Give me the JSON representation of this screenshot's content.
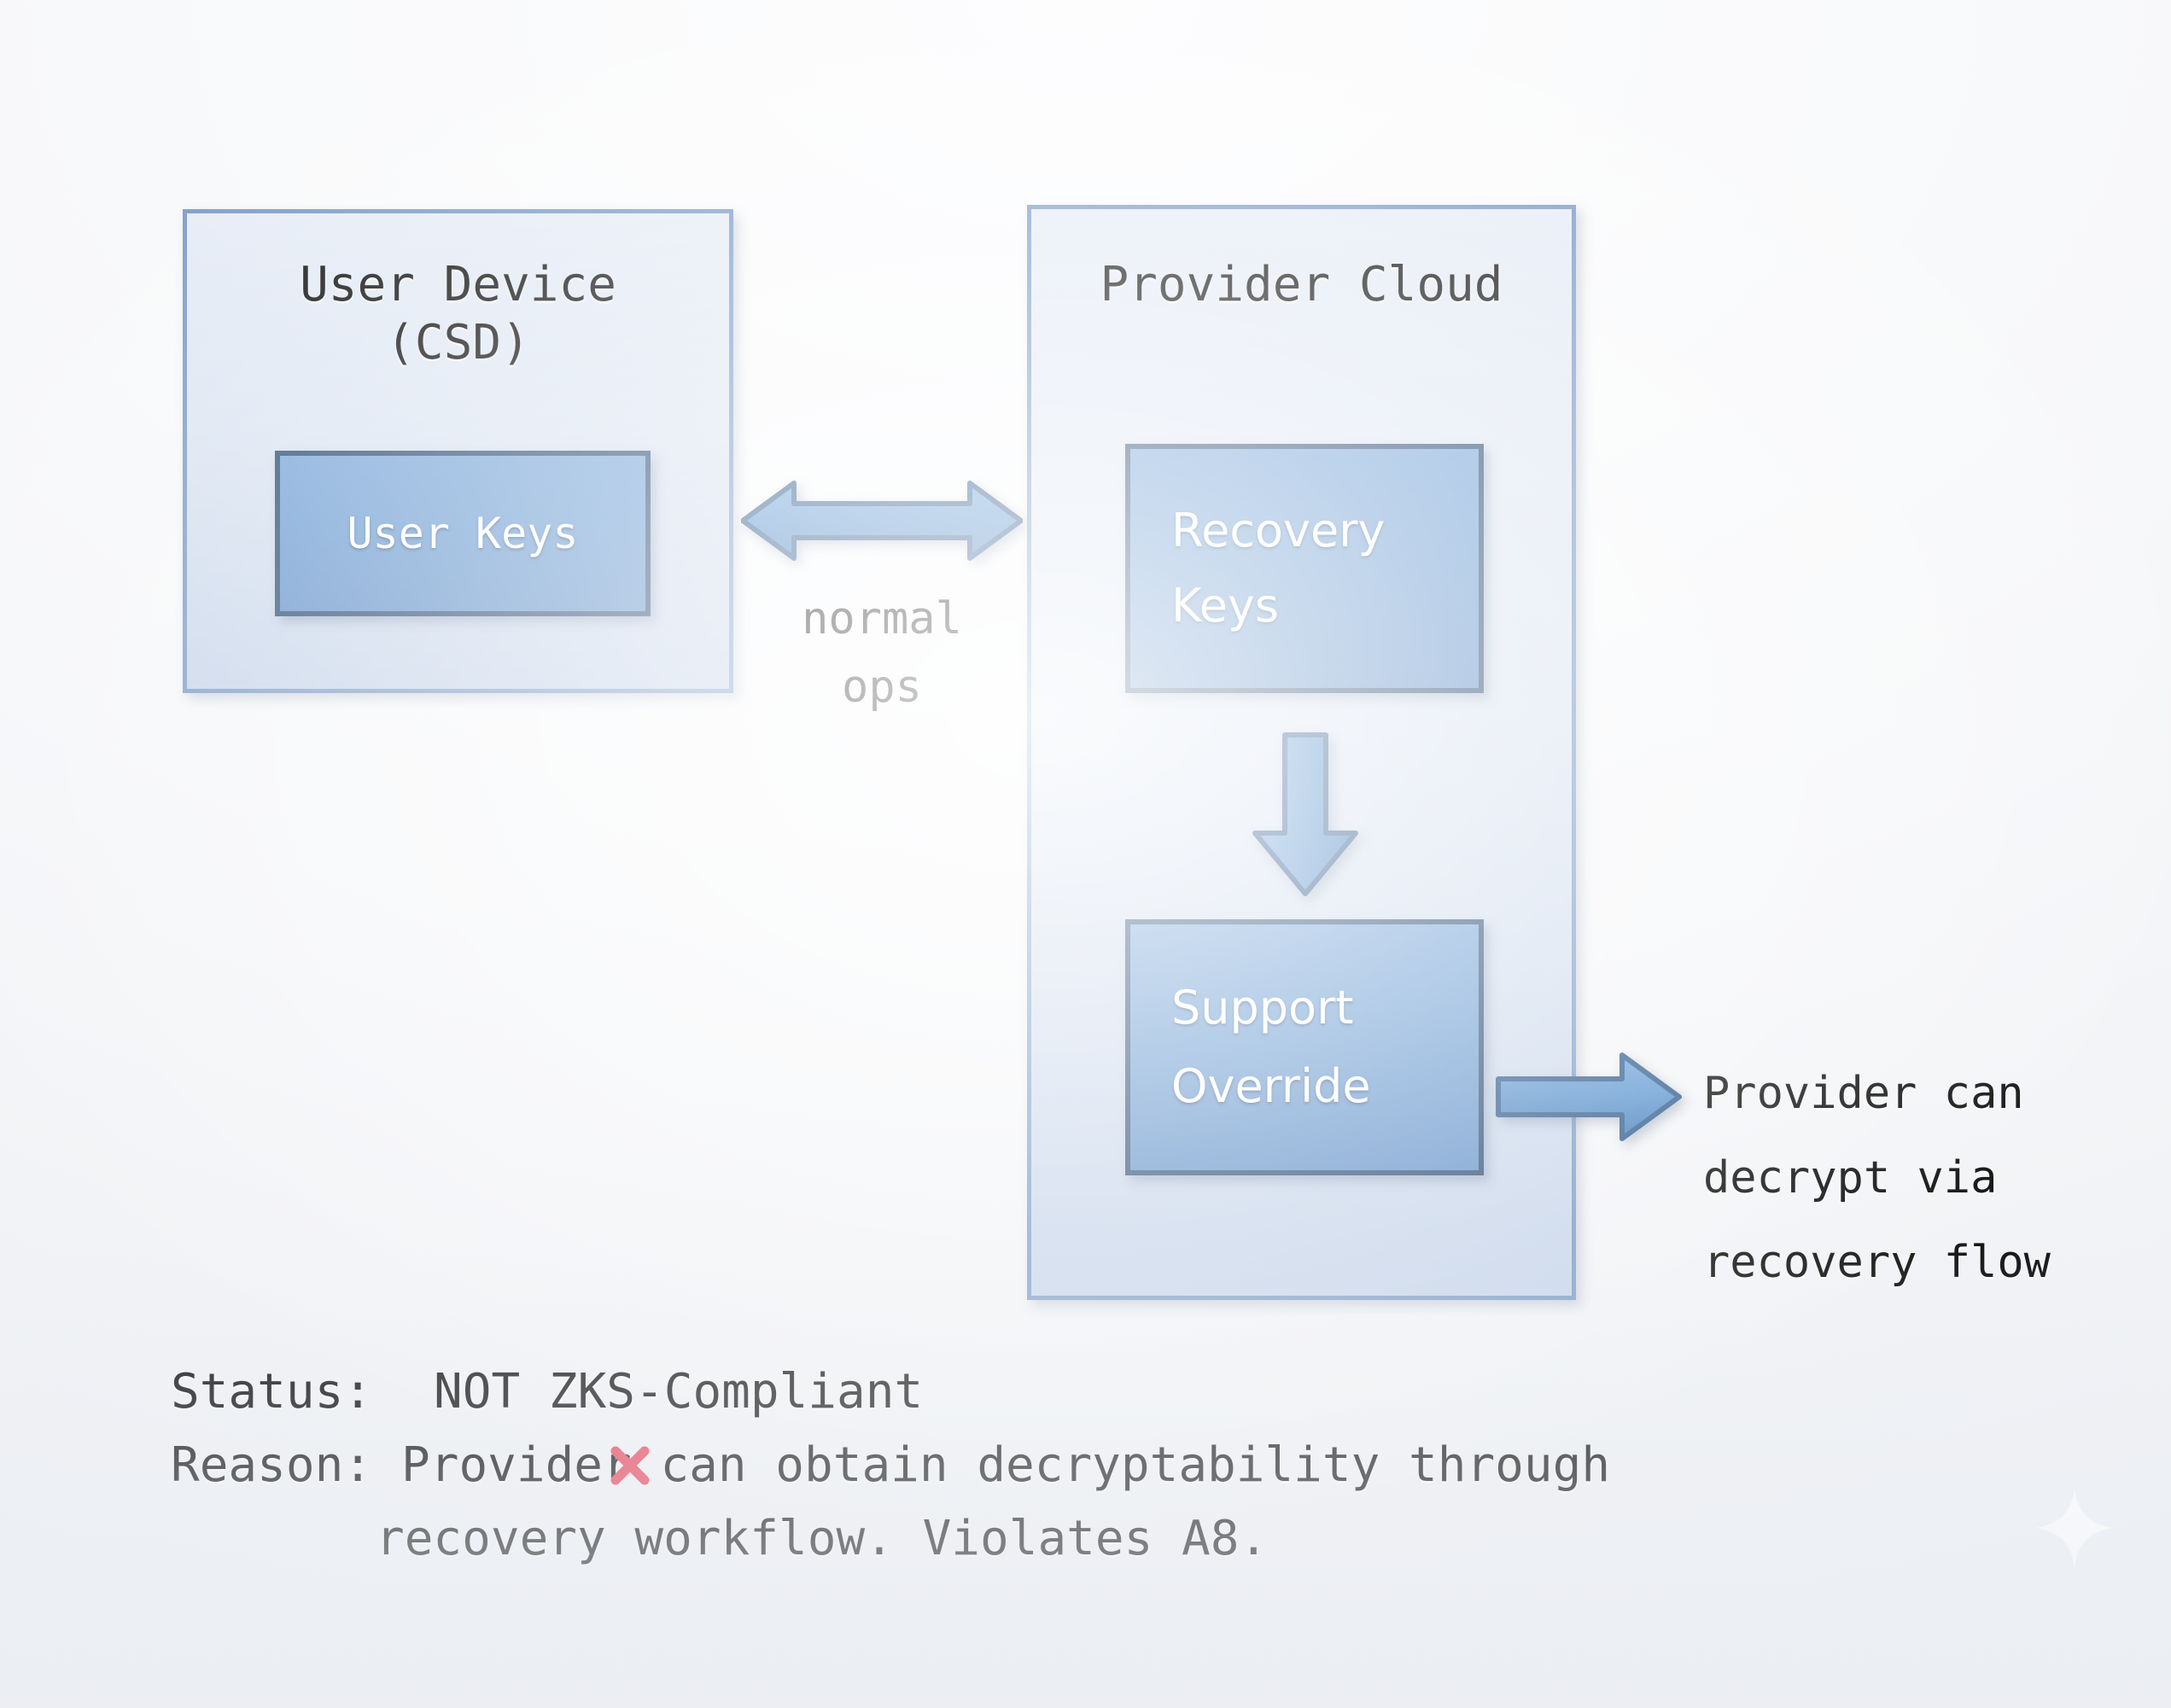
{
  "diagram": {
    "title_hidden": "",
    "zones": [
      {
        "id": "user-device",
        "title": "User Device\n(CSD)",
        "blocks": [
          {
            "id": "user-keys",
            "label": "User Keys",
            "font": "mono",
            "align": "center"
          }
        ]
      },
      {
        "id": "provider-cloud",
        "title": "Provider Cloud",
        "blocks": [
          {
            "id": "recovery-keys",
            "label": "Recovery\nKeys",
            "font": "sans",
            "align": "left"
          },
          {
            "id": "support-override",
            "label": "Support\nOverride",
            "font": "sans",
            "align": "left"
          }
        ]
      }
    ],
    "connectors": [
      {
        "id": "normal-ops",
        "kind": "double-arrow-horizontal",
        "label": "normal\nops"
      },
      {
        "id": "recovery-to-override",
        "kind": "arrow-down",
        "label": ""
      },
      {
        "id": "override-outflow",
        "kind": "arrow-right",
        "label": "Provider can\ndecrypt via\nrecovery flow"
      }
    ]
  },
  "verdict": {
    "status_label": "Status:",
    "status_icon": "cross-mark-icon",
    "status_value": "NOT ZKS-Compliant",
    "reason_label": "Reason:",
    "reason_line1": "Provider can obtain decryptability through",
    "reason_line2": "recovery workflow. Violates A8."
  },
  "colors": {
    "canvas": "#f7f8fa",
    "zone_fill_top": "#e6ecf6",
    "zone_fill_bottom": "#c6d4e9",
    "zone_border": "#7d9dc6",
    "block_fill": "#6f9ed2",
    "block_border": "#2f5076",
    "arrow_fill": "#5b93cd",
    "arrow_border": "#2f5b8c",
    "cross_mark": "#e8435a",
    "text": "#111111",
    "block_text": "#fdfeff"
  }
}
